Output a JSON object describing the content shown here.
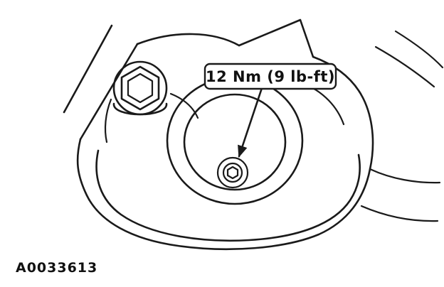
{
  "figure": {
    "type": "technical-line-drawing",
    "description_hint": "Torque specification diagram: recessed bolt inside circular bore with hex flange bolt nearby",
    "callout_label": "12 Nm (9 lb-ft)",
    "figure_id": "A0033613"
  },
  "colors": {
    "line": "#1a1a1a",
    "background": "#ffffff",
    "text": "#111111"
  }
}
